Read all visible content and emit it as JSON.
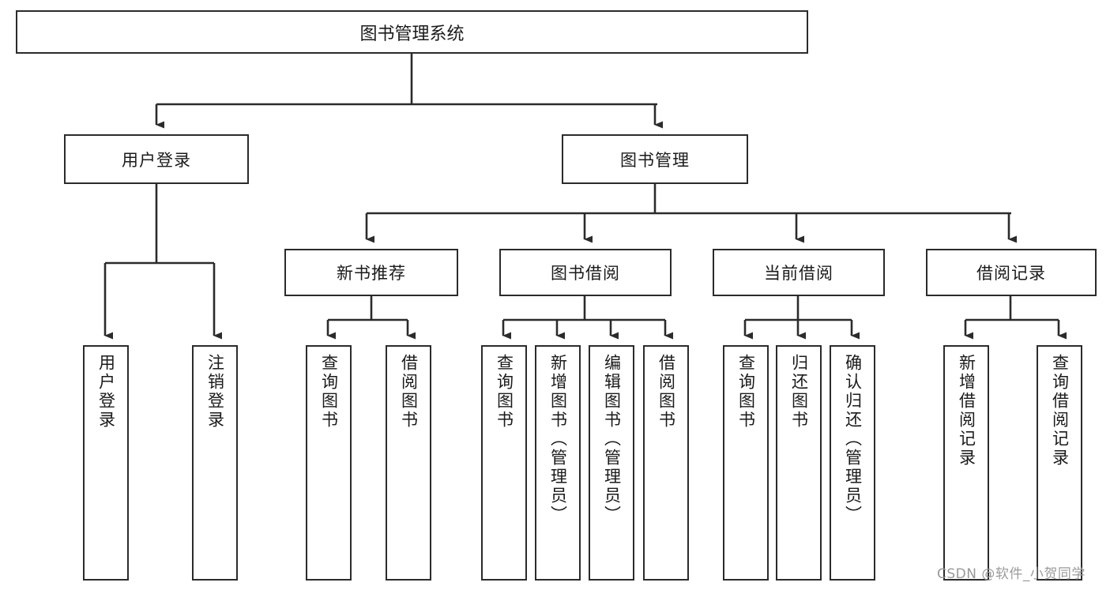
{
  "diagram": {
    "title": "图书管理系统",
    "watermark": "CSDN @软件_小贺同学",
    "colors": {
      "stroke": "#2b2b2b",
      "fill": "#ffffff",
      "text": "#1a1a1a",
      "watermark": "#9a9a9a"
    },
    "root": {
      "label": "图书管理系统"
    },
    "level1": [
      {
        "label": "用户登录"
      },
      {
        "label": "图书管理"
      }
    ],
    "level2": [
      {
        "label": "新书推荐"
      },
      {
        "label": "图书借阅"
      },
      {
        "label": "当前借阅"
      },
      {
        "label": "借阅记录"
      }
    ],
    "leaves": {
      "user_login": [
        {
          "label": "用户登录"
        },
        {
          "label": "注销登录"
        }
      ],
      "new_book": [
        {
          "label": "查询图书"
        },
        {
          "label": "借阅图书"
        }
      ],
      "book_borrow": [
        {
          "label": "查询图书"
        },
        {
          "label": "新增图书（管理员）"
        },
        {
          "label": "编辑图书（管理员）"
        },
        {
          "label": "借阅图书"
        }
      ],
      "current_borrow": [
        {
          "label": "查询图书"
        },
        {
          "label": "归还图书"
        },
        {
          "label": "确认归还（管理员）"
        }
      ],
      "borrow_record": [
        {
          "label": "新增借阅记录"
        },
        {
          "label": "查询借阅记录"
        }
      ]
    }
  }
}
